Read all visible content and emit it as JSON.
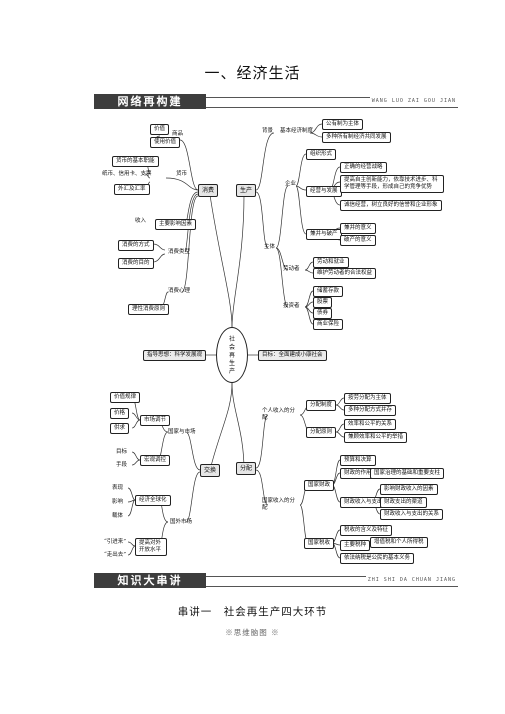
{
  "page_title": "一、经济生活",
  "banner_top": {
    "label": "网络再构建",
    "pinyin": "WANG LUO ZAI GOU JIAN"
  },
  "banner_bottom": {
    "label": "知识大串讲",
    "pinyin": "ZHI SHI DA CHUAN JIANG"
  },
  "center": {
    "text": "社会再生产"
  },
  "hubs": {
    "consume": "消费",
    "produce": "生产",
    "exchange": "交换",
    "distribute": "分配"
  },
  "guide": {
    "thought": "指导思想：科学发展观",
    "goal": "目标：全面建成小康社会"
  },
  "left_top": {
    "goods": "商品",
    "value": "价值",
    "use_value": "使用价值",
    "money": "货币",
    "money_func": "货币的基本职能",
    "money_forms": "纸币、信用卡、支票",
    "fx": "外汇及汇率",
    "income": "收入",
    "income_factor": "主要影响因素",
    "consume_type": "消费类型",
    "consume_way": "消费的方式",
    "consume_purpose": "消费的目的",
    "consume_psy": "消费心理",
    "rational": "理性消费原则"
  },
  "right_top": {
    "background": "背景",
    "basic_system": "基本经济制度",
    "public_main": "公有制为主体",
    "multi_own": "多种所有制经济共同发展",
    "subject": "主体",
    "enterprise": "企业",
    "org_form": "组织形式",
    "operate": "经营与发展",
    "strategy": "正确的经营战略",
    "innovate": "提高自主创新能力，依靠技术进步、科学管理等手段，形成自己的竞争优势",
    "credit": "诚信经营，树立良好的信誉和企业形象",
    "merge_bankrupt": "兼并与破产",
    "merge_meaning": "兼并的意义",
    "bankrupt_meaning": "破产的意义",
    "laborer": "劳动者",
    "labor_employ": "劳动和就业",
    "labor_rights": "维护劳动者的合法权益",
    "investor": "投资者",
    "deposit": "储蓄存款",
    "stock": "股票",
    "bond": "债券",
    "insurance": "商业保险"
  },
  "left_bottom": {
    "value_law": "价值规律",
    "market_reg": "市场调节",
    "supply": "供求",
    "price": "价格",
    "nat_market": "国家与市场",
    "macro": "宏观调控",
    "target": "目标",
    "means": "手段",
    "global": "经济全球化",
    "manifest": "表现",
    "impact": "影响",
    "carrier": "载体",
    "world_market": "国外市场",
    "open": "提高对外开放水平",
    "bring_in": "“引进来”",
    "go_out": "“走出去”"
  },
  "right_bottom": {
    "personal_dist": "个人收入的分配",
    "dist_system": "分配制度",
    "by_work": "按劳分配为主体",
    "multi_dist": "多种分配方式并存",
    "dist_principle": "分配原则",
    "efficiency": "效率和公平的关系",
    "balance": "兼顾效率和公平的举措",
    "national_dist": "国家收入的分配",
    "finance": "国家财政",
    "budget": "预算和决算",
    "fin_role": "财政的作用",
    "fin_basis": "国家治理的基础和重要支柱",
    "fin_income": "财政收入与支出",
    "income_factor": "影响财政收入的因素",
    "spend_channel": "财政支出的渠道",
    "income_spend_rel": "财政收入与支出的关系",
    "tax": "国家税收",
    "tax_meaning": "税收的含义及特征",
    "main_tax": "主要税种",
    "vat": "增值税和个人所得税",
    "tax_duty": "依法纳税是公民的基本义务"
  },
  "section": {
    "title": "串讲一　社会再生产四大环节",
    "note": "※思维脑图 ※"
  }
}
